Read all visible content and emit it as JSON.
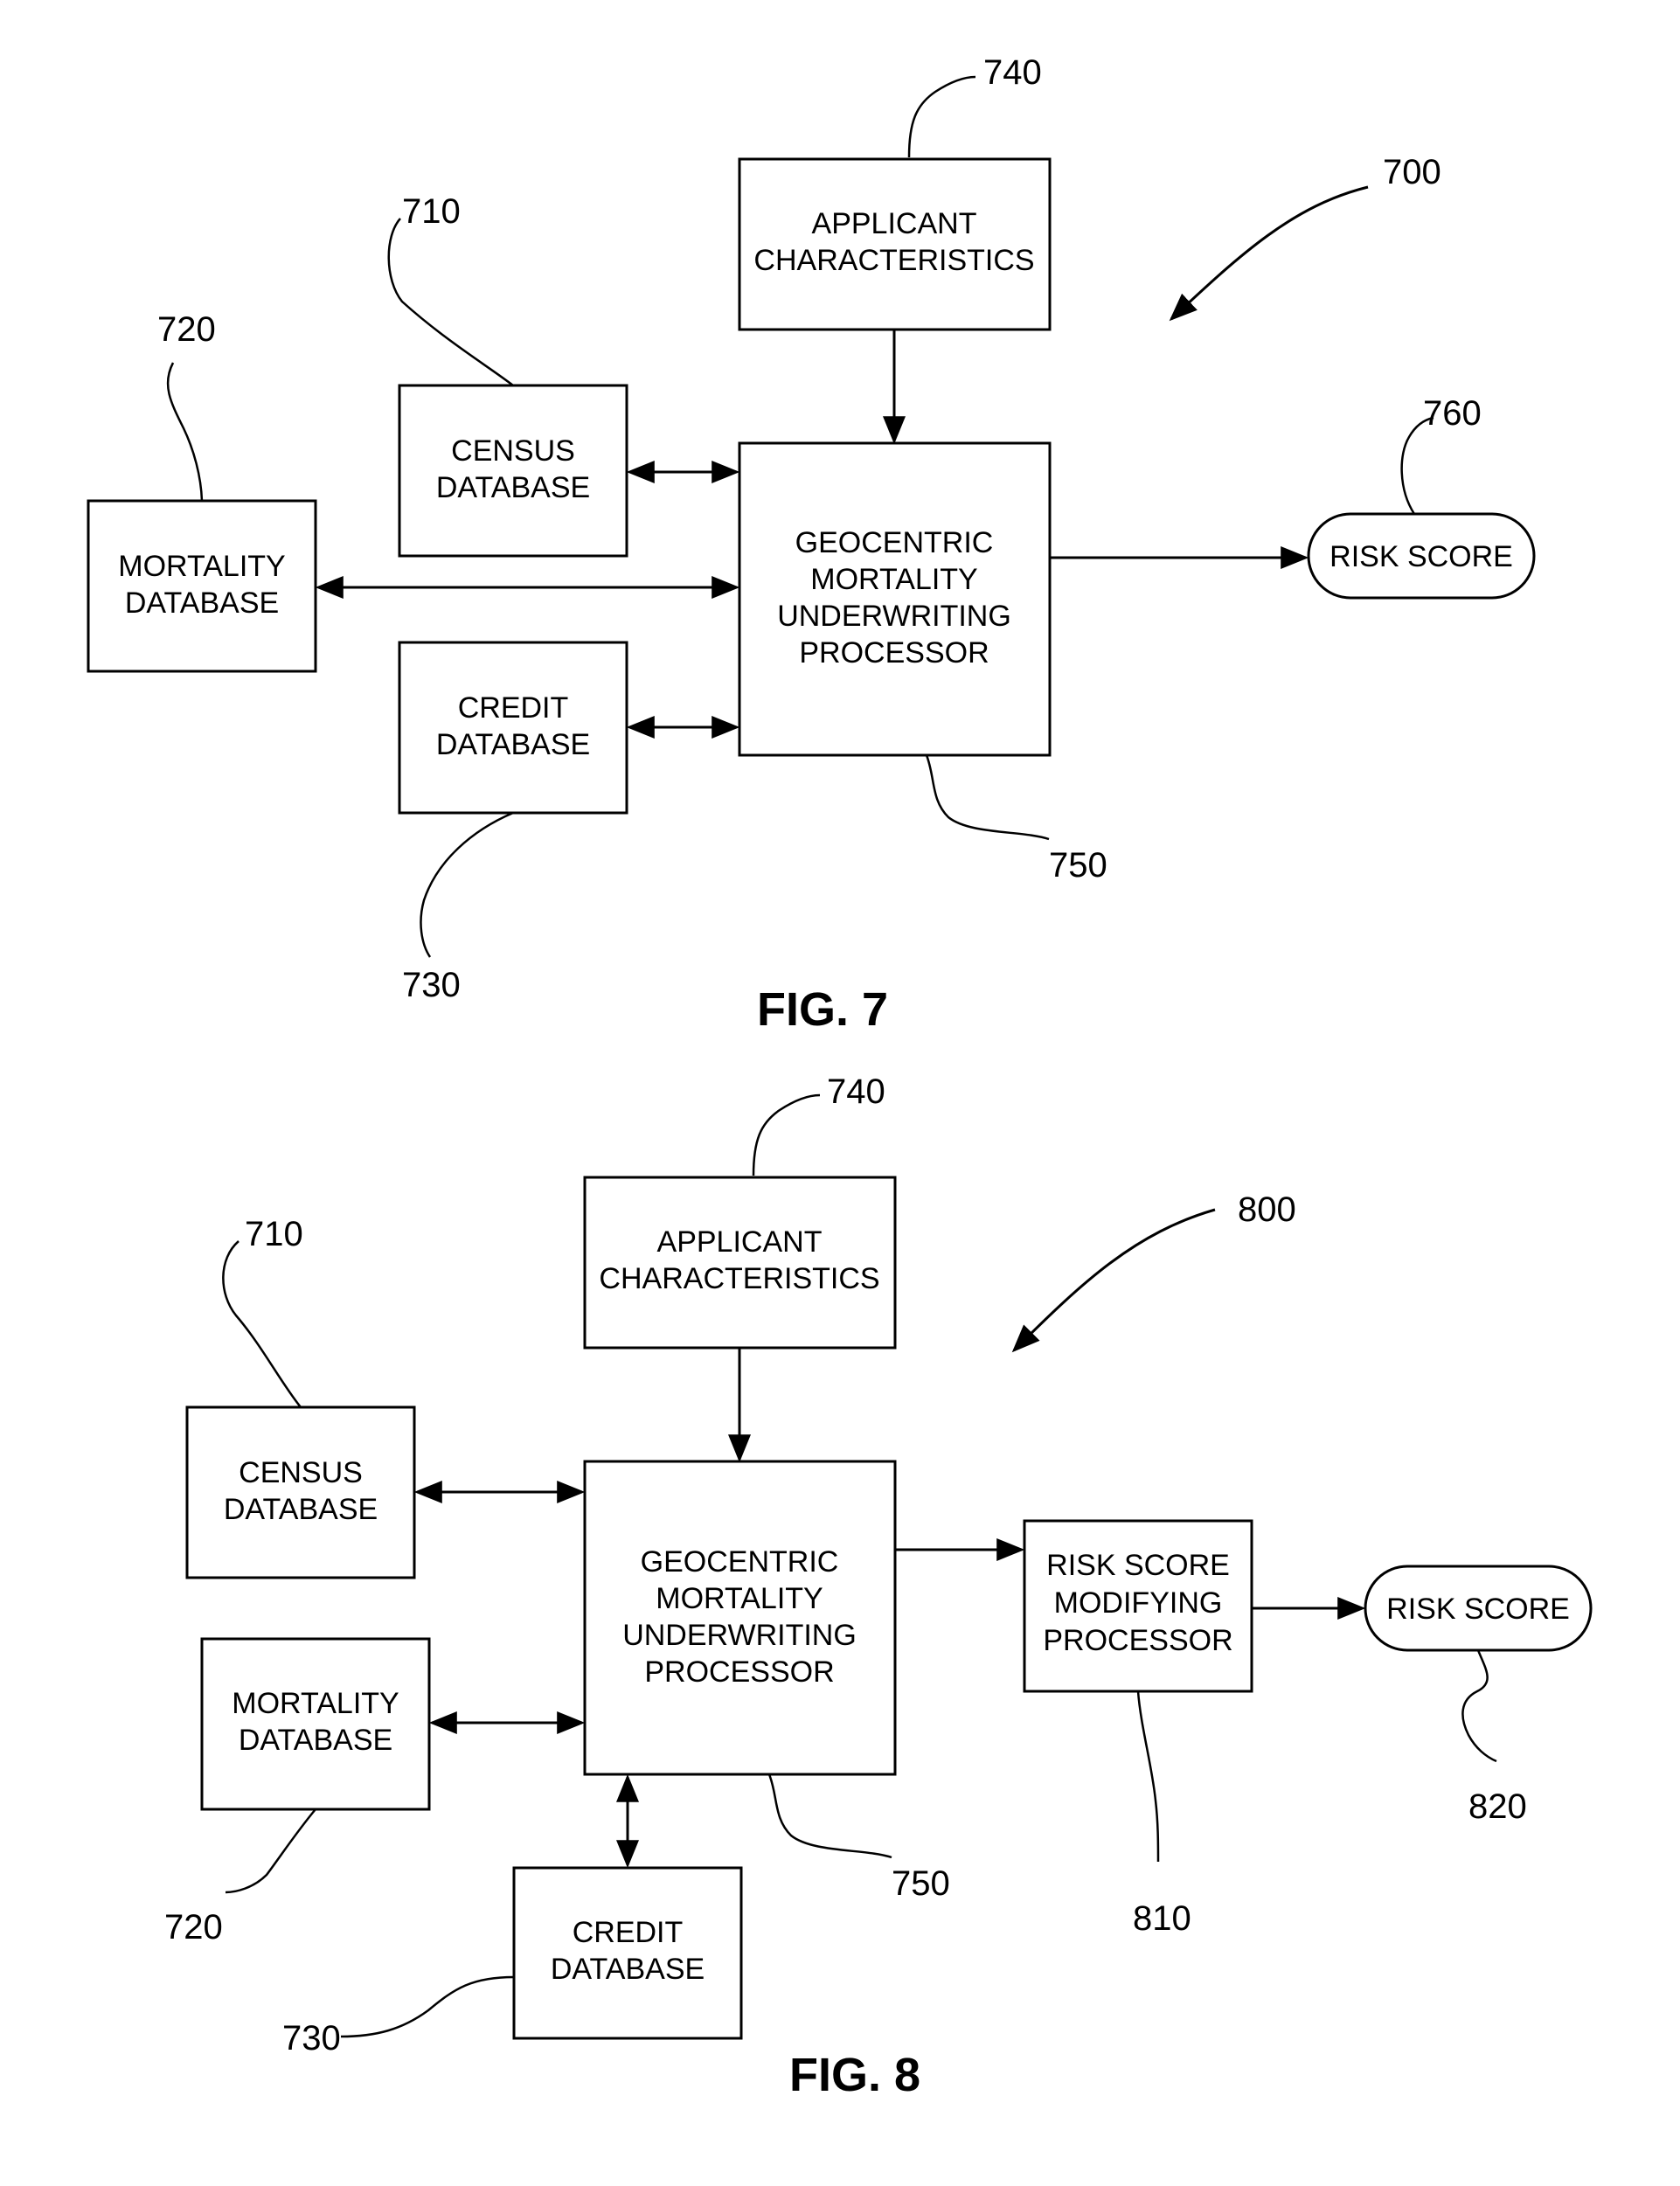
{
  "fig7": {
    "caption": "FIG. 7",
    "system_ref": "700",
    "applicant": {
      "ref": "740",
      "line1": "APPLICANT",
      "line2": "CHARACTERISTICS"
    },
    "census": {
      "ref": "710",
      "line1": "CENSUS",
      "line2": "DATABASE"
    },
    "mortality": {
      "ref": "720",
      "line1": "MORTALITY",
      "line2": "DATABASE"
    },
    "credit": {
      "ref": "730",
      "line1": "CREDIT",
      "line2": "DATABASE"
    },
    "processor": {
      "ref": "750",
      "line1": "GEOCENTRIC",
      "line2": "MORTALITY",
      "line3": "UNDERWRITING",
      "line4": "PROCESSOR"
    },
    "risk_score": {
      "ref": "760",
      "label": "RISK SCORE"
    }
  },
  "fig8": {
    "caption": "FIG. 8",
    "system_ref": "800",
    "applicant": {
      "ref": "740",
      "line1": "APPLICANT",
      "line2": "CHARACTERISTICS"
    },
    "census": {
      "ref": "710",
      "line1": "CENSUS",
      "line2": "DATABASE"
    },
    "mortality": {
      "ref": "720",
      "line1": "MORTALITY",
      "line2": "DATABASE"
    },
    "credit": {
      "ref": "730",
      "line1": "CREDIT",
      "line2": "DATABASE"
    },
    "processor": {
      "ref": "750",
      "line1": "GEOCENTRIC",
      "line2": "MORTALITY",
      "line3": "UNDERWRITING",
      "line4": "PROCESSOR"
    },
    "modifier": {
      "ref": "810",
      "line1": "RISK SCORE",
      "line2": "MODIFYING",
      "line3": "PROCESSOR"
    },
    "risk_score": {
      "ref": "820",
      "label": "RISK SCORE"
    }
  }
}
